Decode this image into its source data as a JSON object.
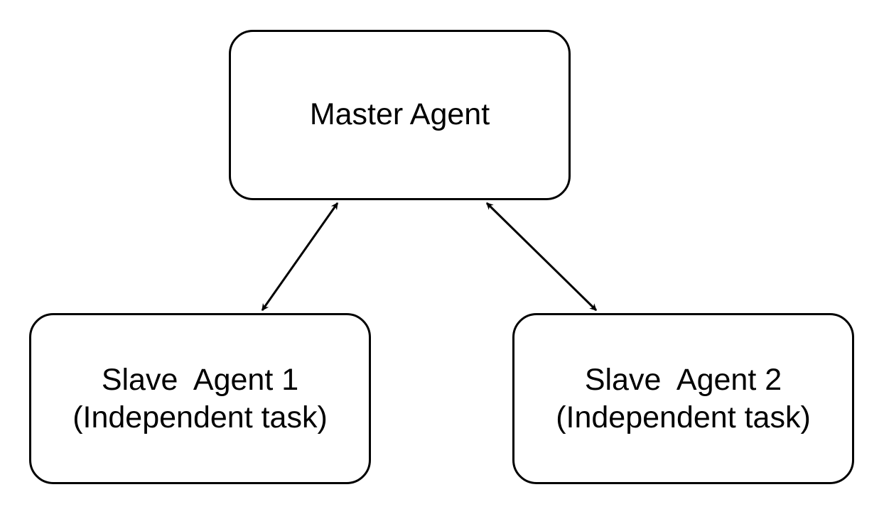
{
  "diagram": {
    "nodes": [
      {
        "id": "master",
        "label": "Master Agent"
      },
      {
        "id": "slave1",
        "label": "Slave  Agent 1\n(Independent task)"
      },
      {
        "id": "slave2",
        "label": "Slave  Agent 2\n(Independent task)"
      }
    ],
    "edges": [
      {
        "from": "master",
        "to": "slave1",
        "direction": "bidirectional"
      },
      {
        "from": "master",
        "to": "slave2",
        "direction": "bidirectional"
      }
    ],
    "colors": {
      "stroke": "#000000",
      "fill": "#ffffff",
      "text": "#000000"
    }
  }
}
